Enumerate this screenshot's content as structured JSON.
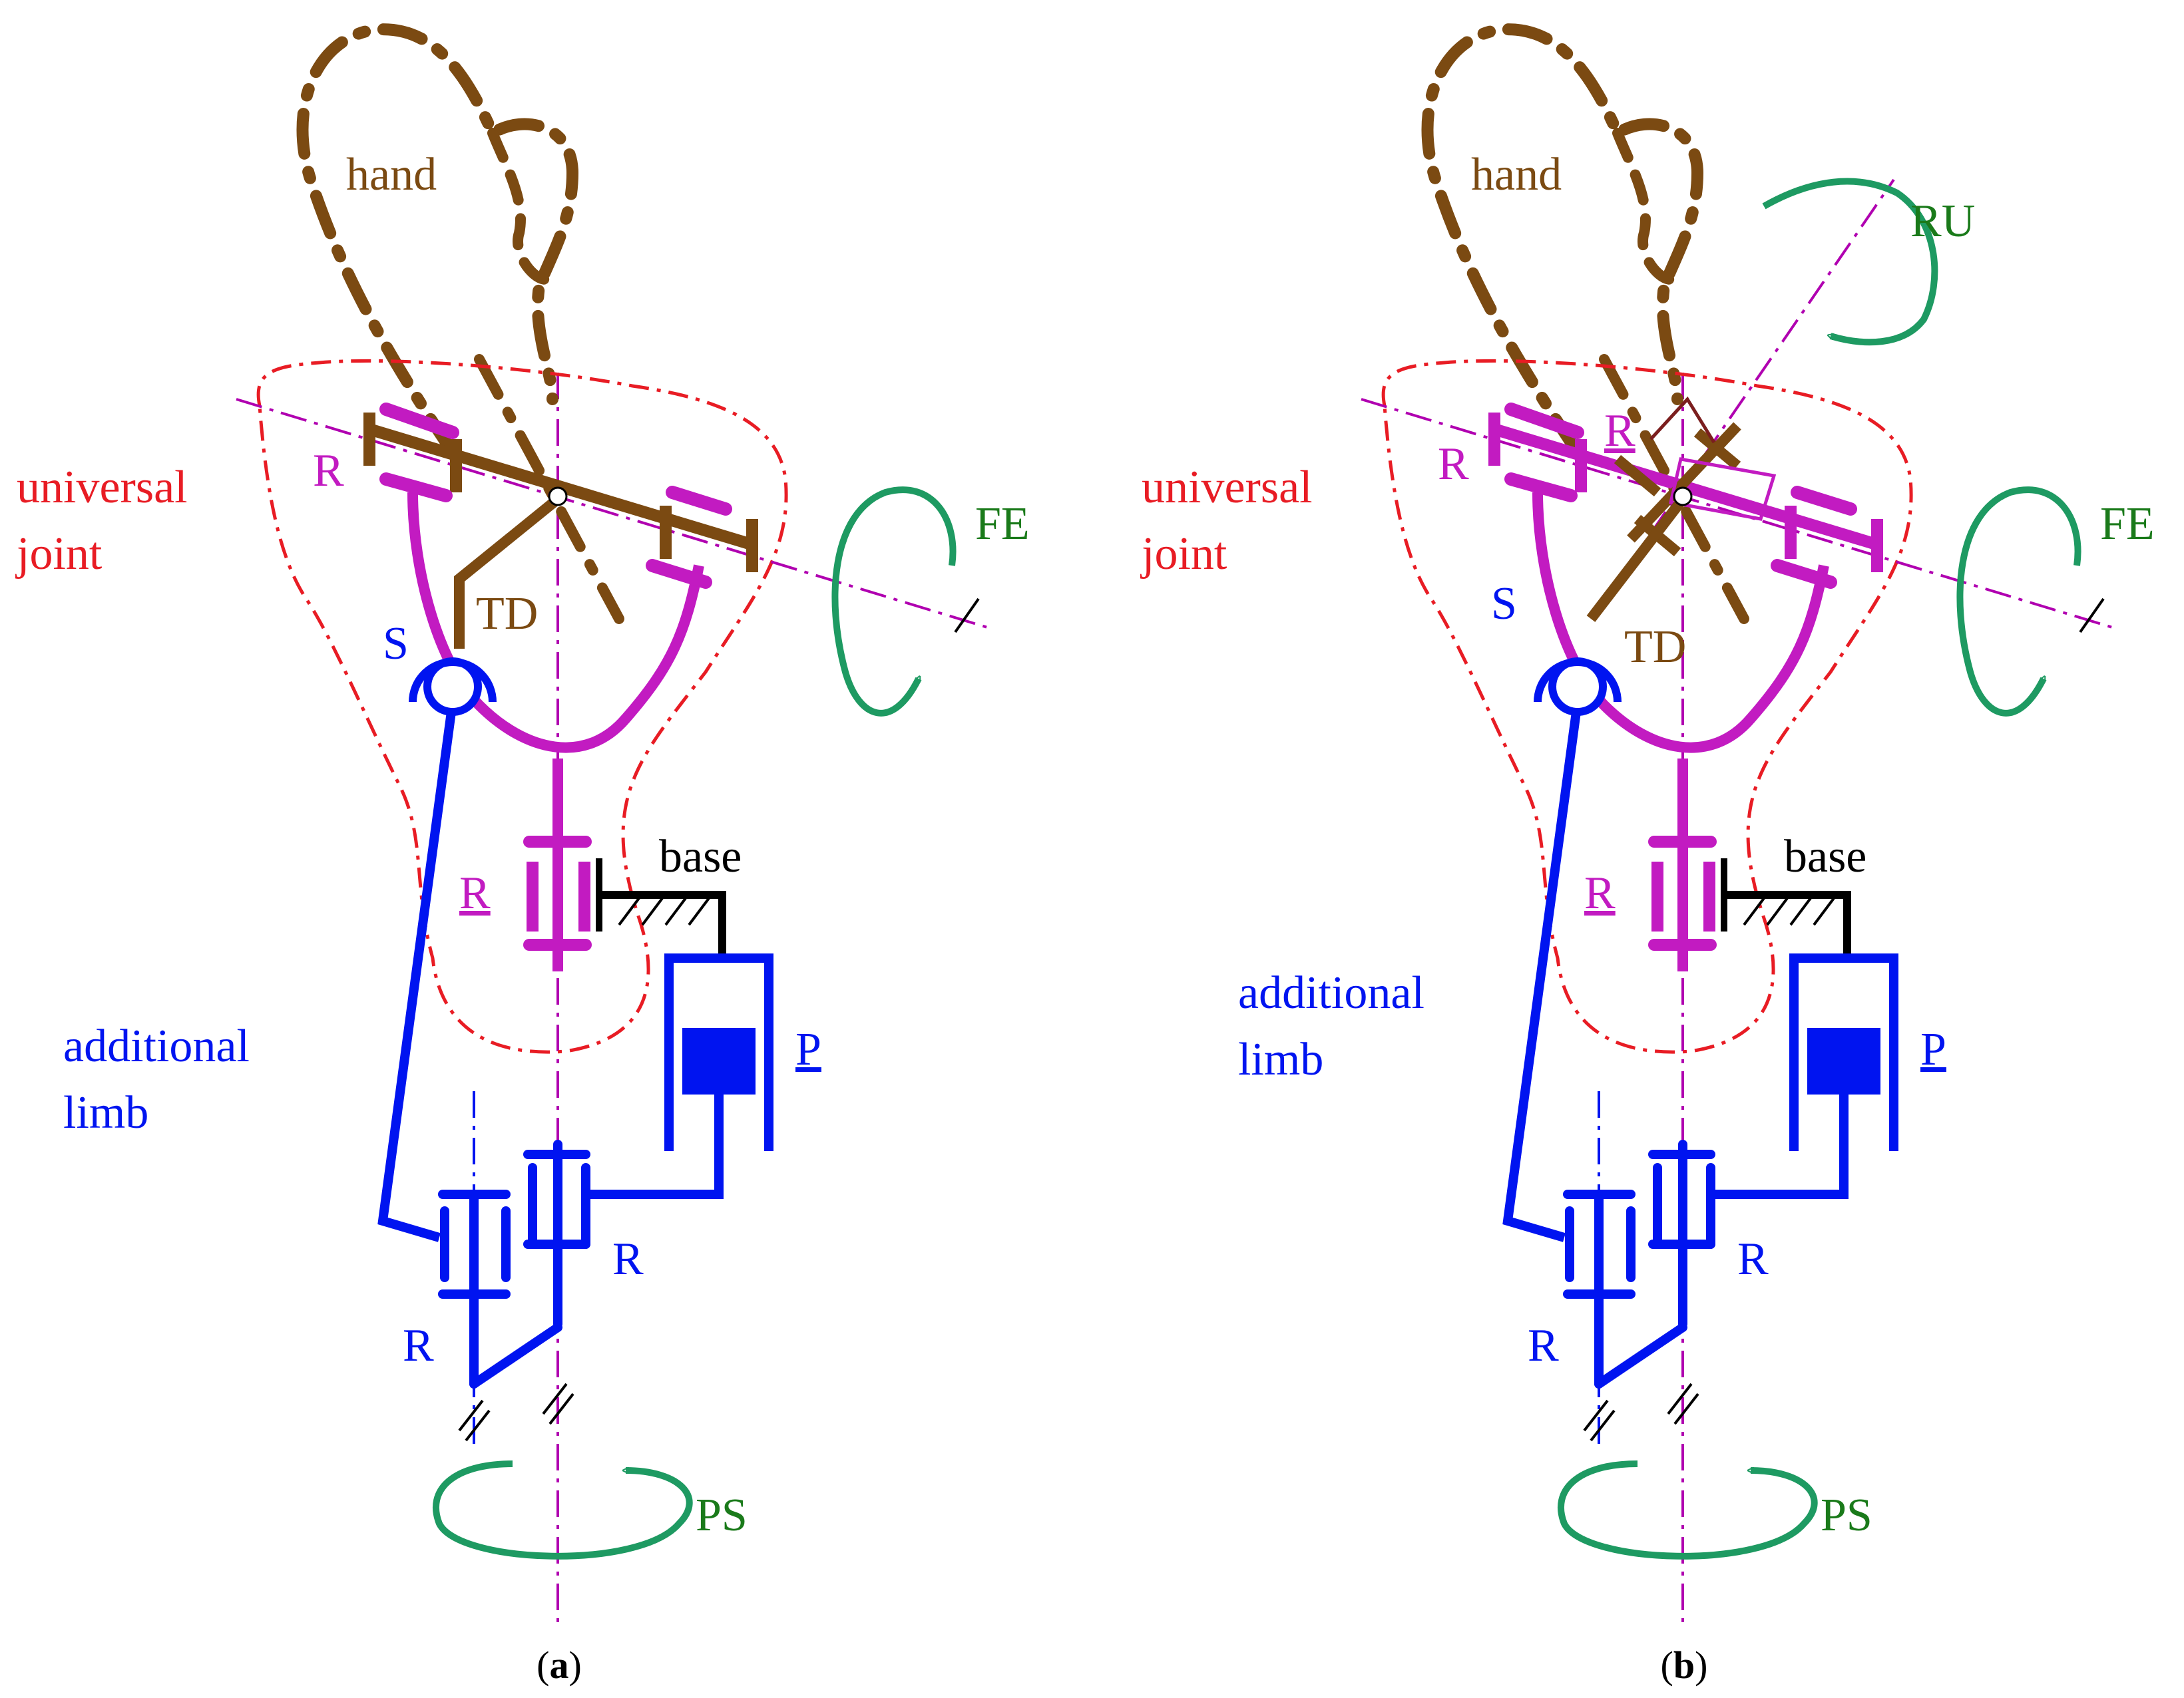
{
  "colors": {
    "hand": "#7B4A12",
    "magenta": "#C21BC1",
    "blue": "#0014F0",
    "red": "#E81C24",
    "green": "#1E9A62",
    "green_text": "#1A7A1A",
    "black": "#000000",
    "axis": "#B000B0"
  },
  "panel_a": {
    "label_hand": "hand",
    "label_universal": "universal",
    "label_joint": "joint",
    "label_R_upper": "R",
    "label_TD": "TD",
    "label_S": "S",
    "label_FE": "FE",
    "label_R_base": "R",
    "label_base": "base",
    "label_P": "P",
    "label_additional": "additional",
    "label_limb": "limb",
    "label_R_right": "R",
    "label_R_left": "R",
    "label_PS": "PS",
    "caption_open": "(",
    "caption_letter": "a",
    "caption_close": ")"
  },
  "panel_b": {
    "label_hand": "hand",
    "label_RU": "RU",
    "label_universal": "universal",
    "label_joint": "joint",
    "label_R_upper": "R",
    "label_R_upper_under": "R",
    "label_TD": "TD",
    "label_S": "S",
    "label_FE": "FE",
    "label_R_base": "R",
    "label_base": "base",
    "label_P": "P",
    "label_additional": "additional",
    "label_limb": "limb",
    "label_R_right": "R",
    "label_R_left": "R",
    "label_PS": "PS",
    "caption_open": "(",
    "caption_letter": "b",
    "caption_close": ")"
  }
}
